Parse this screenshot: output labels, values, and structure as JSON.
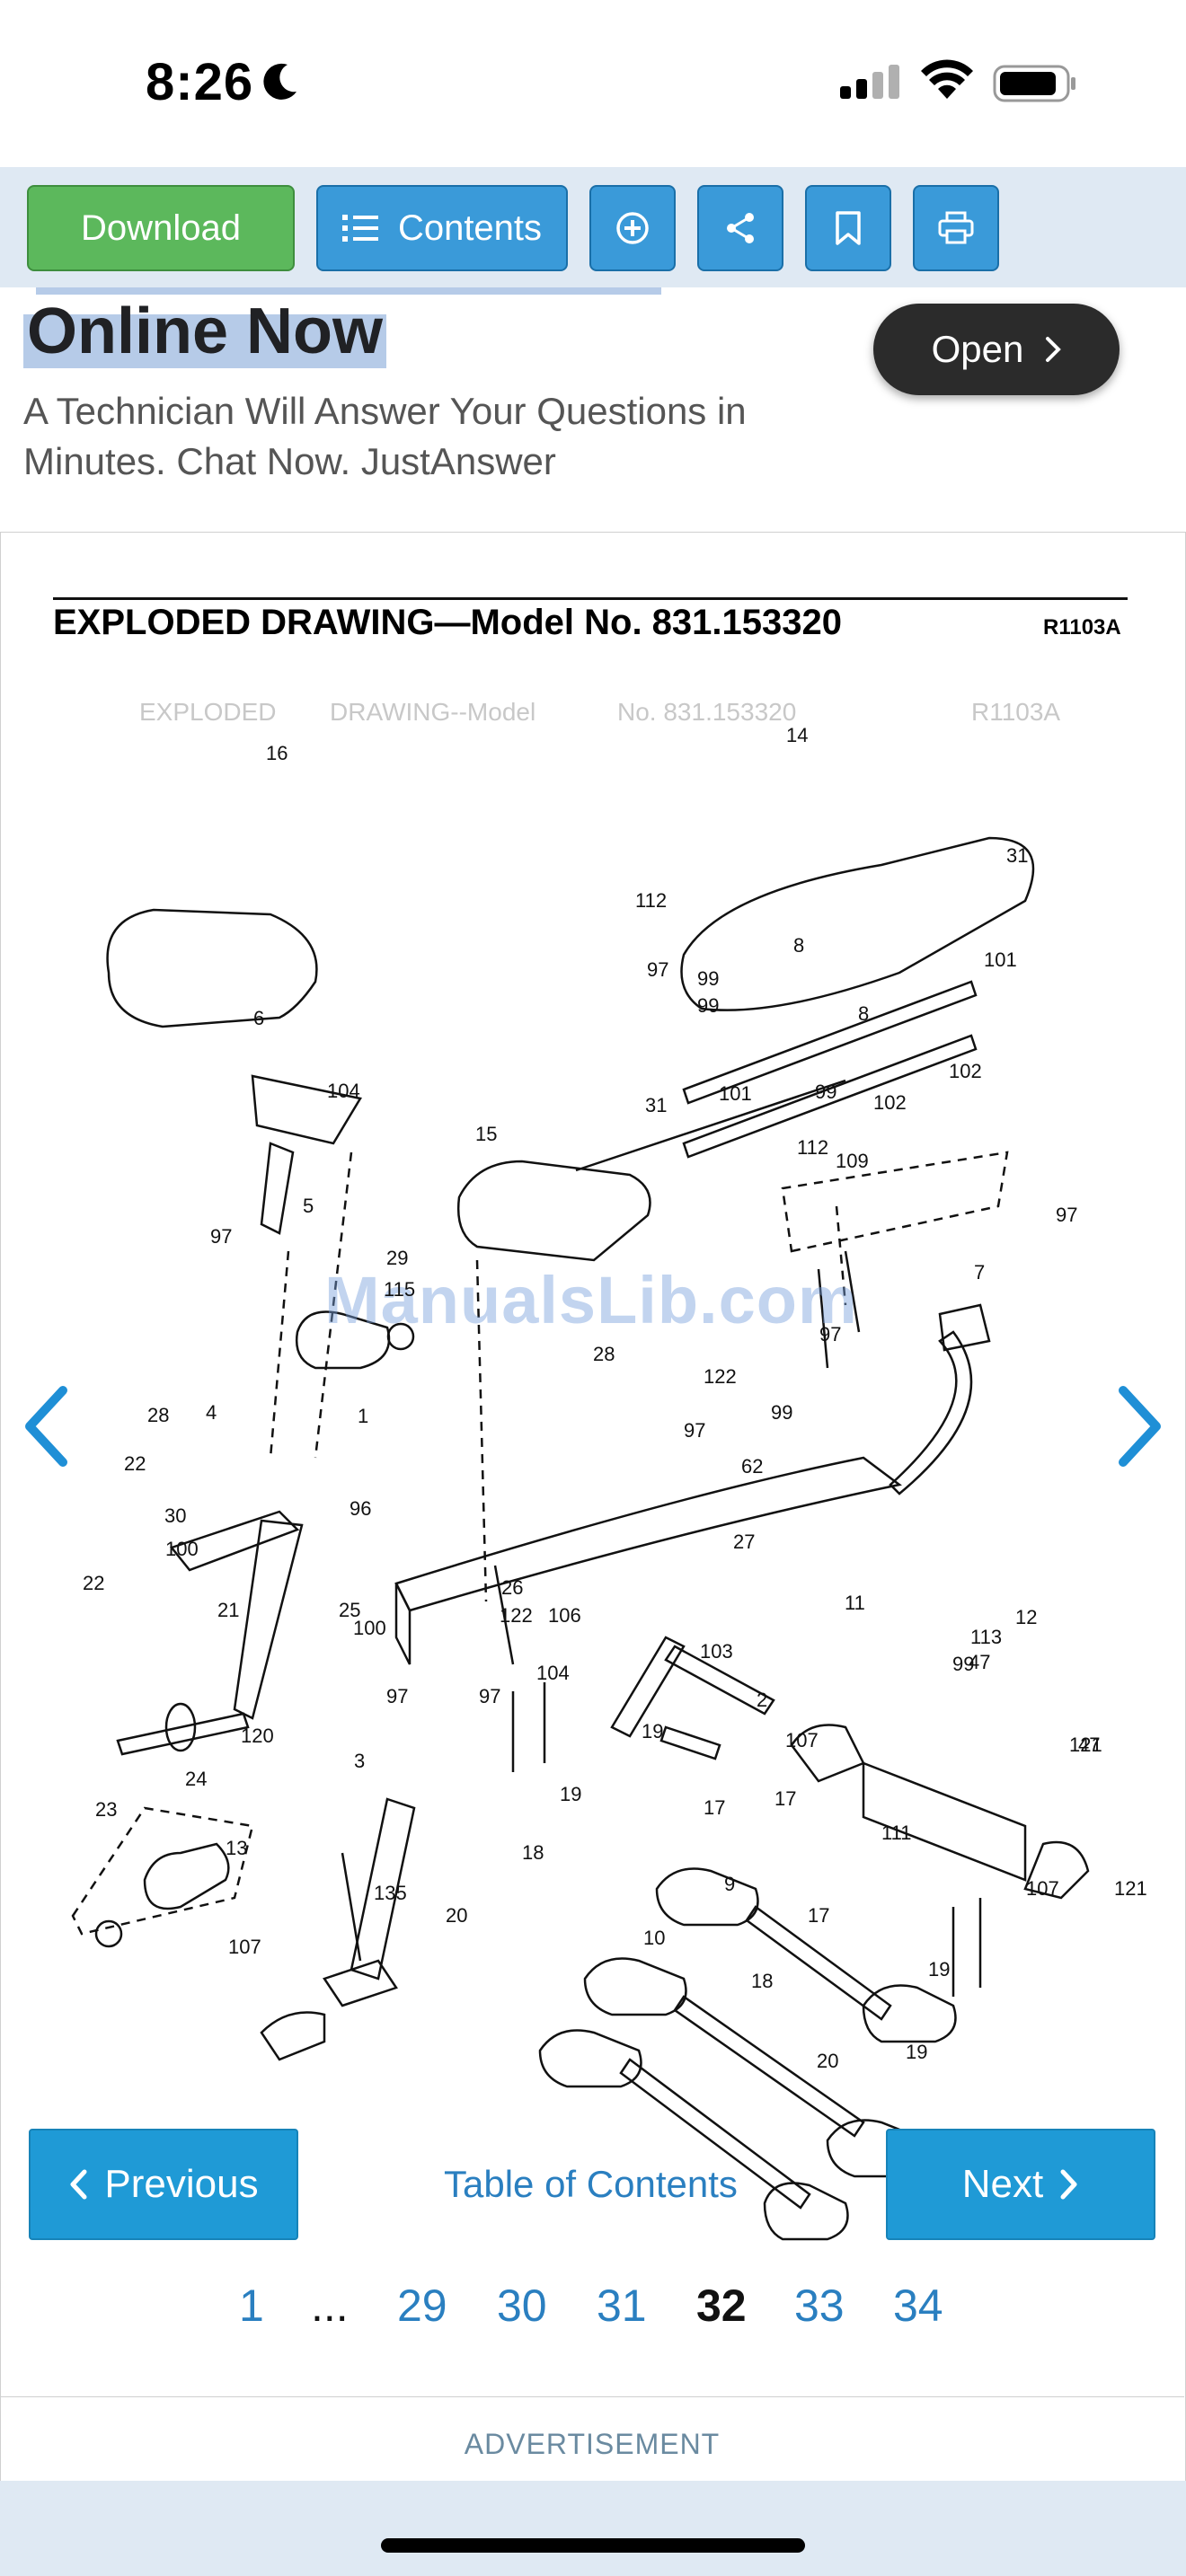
{
  "status_bar": {
    "time": "8:26",
    "icons": [
      "moon-icon",
      "signal-icon",
      "wifi-icon",
      "battery-icon"
    ]
  },
  "toolbar": {
    "download_label": "Download",
    "contents_label": "Contents",
    "icon_buttons": [
      "zoom-icon",
      "share-icon",
      "bookmark-icon",
      "print-icon"
    ],
    "bg_color": "#dfe9f3",
    "download_color": "#5cb85c",
    "button_color": "#3a9ad9"
  },
  "ad": {
    "headline": "Online Now",
    "text": "A Technician Will Answer Your Questions in Minutes. Chat Now. JustAnswer",
    "open_label": "Open"
  },
  "document": {
    "title": "EXPLODED DRAWING—Model No. 831.153320",
    "code": "R1103A",
    "ghost_text": [
      "EXPLODED",
      "DRAWING--Model",
      "No. 831.153320",
      "R1103A"
    ],
    "watermark": "ManualsLib.com",
    "part_labels": [
      "16",
      "14",
      "31",
      "112",
      "8",
      "101",
      "97",
      "99",
      "99",
      "8",
      "102",
      "6",
      "104",
      "31",
      "101",
      "99",
      "112",
      "102",
      "109",
      "15",
      "97",
      "97",
      "5",
      "29",
      "7",
      "115",
      "97",
      "28",
      "1",
      "122",
      "99",
      "4",
      "97",
      "28",
      "22",
      "96",
      "62",
      "30",
      "27",
      "100",
      "22",
      "21",
      "122",
      "26",
      "25",
      "100",
      "106",
      "104",
      "103",
      "11",
      "12",
      "47",
      "113",
      "2",
      "99",
      "97",
      "97",
      "121",
      "107",
      "120",
      "24",
      "3",
      "23",
      "19",
      "19",
      "17",
      "17",
      "47",
      "111",
      "13",
      "135",
      "18",
      "9",
      "107",
      "121",
      "20",
      "17",
      "10",
      "19",
      "107",
      "18",
      "19",
      "20"
    ]
  },
  "pager": {
    "previous_label": "Previous",
    "toc_label": "Table of Contents",
    "next_label": "Next",
    "pages": [
      "1",
      "...",
      "29",
      "30",
      "31",
      "32",
      "33",
      "34"
    ],
    "current_page": "32"
  },
  "footer": {
    "ad_label": "ADVERTISEMENT"
  }
}
